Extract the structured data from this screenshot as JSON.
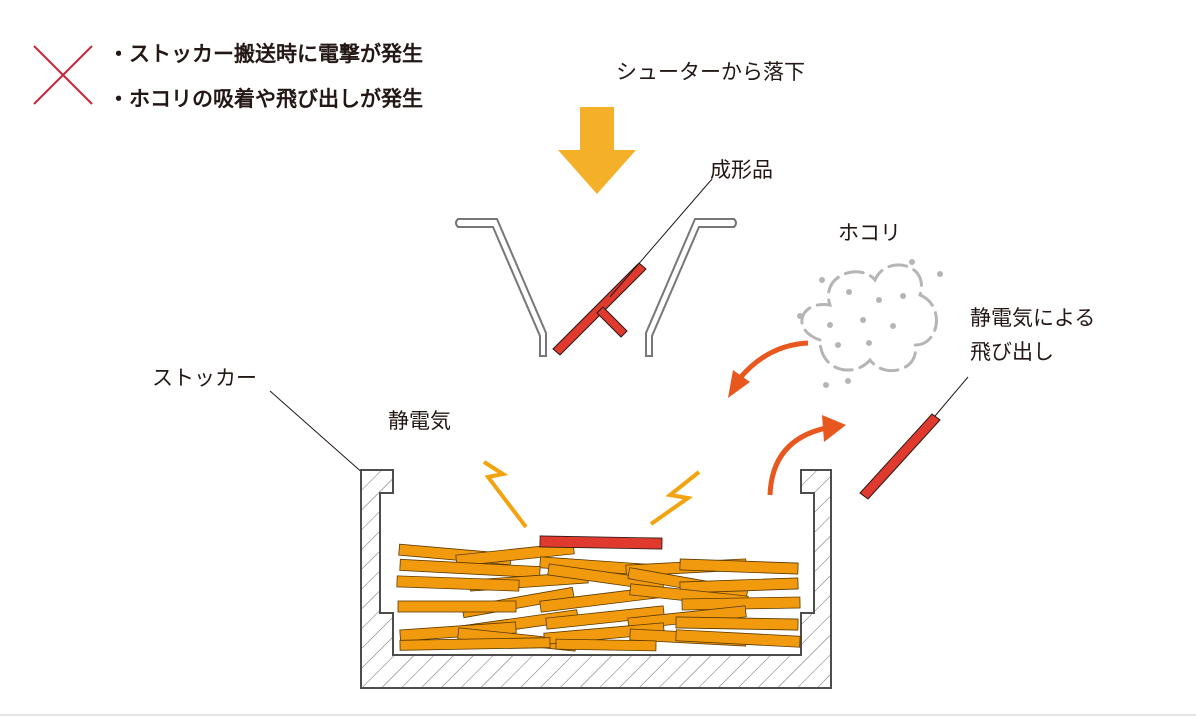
{
  "warning": {
    "icon": "cross-icon",
    "icon_color": "#c8283c",
    "items": [
      "・ストッカー搬送時に電撃が発生",
      "・ホコリの吸着や飛び出しが発生"
    ]
  },
  "labels": {
    "chute_drop": "シューターから落下",
    "molded_part": "成形品",
    "dust": "ホコリ",
    "static_ejection_line1": "静電気による",
    "static_ejection_line2": "飛び出し",
    "stocker": "ストッカー",
    "static": "静電気"
  },
  "colors": {
    "drop_arrow": "#f5b02a",
    "molded_part": "#e03a2e",
    "parts_fill": "#f29a0e",
    "motion_arrow": "#e8581e",
    "static_spark": "#f2a30f",
    "dust": "#b5b5b5",
    "chute": "#8c8c8c"
  }
}
